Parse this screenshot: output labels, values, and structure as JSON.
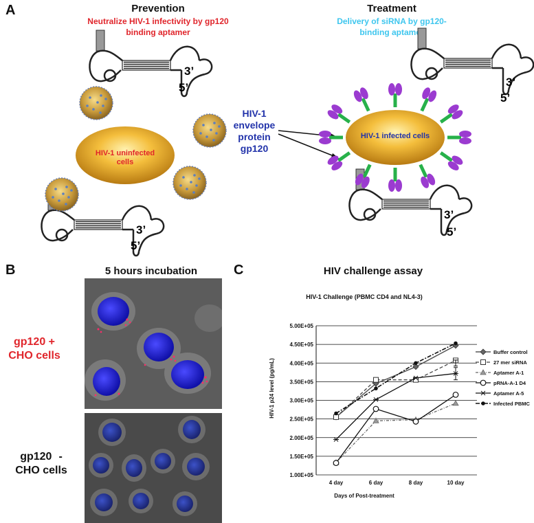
{
  "panel_a": {
    "letter": "A",
    "prevention_heading": "Prevention",
    "treatment_heading": "Treatment",
    "prevention_caption_line1": "Neutralize HIV-1 infectivity by gp120",
    "prevention_caption_line2": "binding aptamer",
    "treatment_caption_line1": "Delivery of siRNA by gp120-",
    "treatment_caption_line2": "binding aptamer",
    "uninfected_line1": "HIV-1 uninfected",
    "uninfected_line2": "cells",
    "envelope_line1": "HIV-1",
    "envelope_line2": "envelope",
    "envelope_line3": "protein",
    "envelope_line4": "gp120",
    "infected_label": "HIV-1 infected cells",
    "three_prime": "3’",
    "five_prime": "5’",
    "colors": {
      "red": "#e0252b",
      "cyan": "#3ec6ee",
      "blue": "#2233aa",
      "gold": "#e0a21c",
      "purple": "#9b3bd0",
      "green": "#27b14a"
    }
  },
  "panel_b": {
    "letter": "B",
    "heading": "5 hours incubation",
    "top_label_line1": "gp120 +",
    "top_label_line2": "CHO cells",
    "bottom_label_line1": "gp120",
    "bottom_label_minus": "-",
    "bottom_label_line2": "CHO cells",
    "top_label_color": "#e0252b"
  },
  "panel_c": {
    "letter": "C",
    "heading": "HIV challenge assay"
  },
  "chart_data": {
    "type": "line",
    "title": "HIV-1 Challenge (PBMC CD4 and NL4-3)",
    "xlabel": "Days of Post-treatment",
    "ylabel": "HIV-1 p24 level (pg/mL)",
    "categories": [
      "4 day",
      "6 day",
      "8 day",
      "10 day"
    ],
    "ylim": [
      100000,
      500000
    ],
    "yticks": [
      "1.00E+05",
      "1.50E+05",
      "2.00E+05",
      "2.50E+05",
      "3.00E+05",
      "3.50E+05",
      "4.00E+05",
      "4.50E+05",
      "5.00E+05"
    ],
    "grid": true,
    "legend_position": "right",
    "series": [
      {
        "name": "Buffer control",
        "values": [
          255000,
          345000,
          390000,
          447000
        ]
      },
      {
        "name": "27 mer siRNA",
        "values": [
          255000,
          355000,
          355000,
          407000
        ]
      },
      {
        "name": "Aptamer A-1",
        "values": [
          133000,
          245000,
          248000,
          292000
        ]
      },
      {
        "name": "pRNA-A-1 D4",
        "values": [
          132000,
          277000,
          243000,
          315000
        ]
      },
      {
        "name": "Aptamer A-5",
        "values": [
          195000,
          302000,
          360000,
          372000
        ]
      },
      {
        "name": "Infected PBMC",
        "values": [
          265000,
          332000,
          400000,
          453000
        ]
      }
    ]
  }
}
